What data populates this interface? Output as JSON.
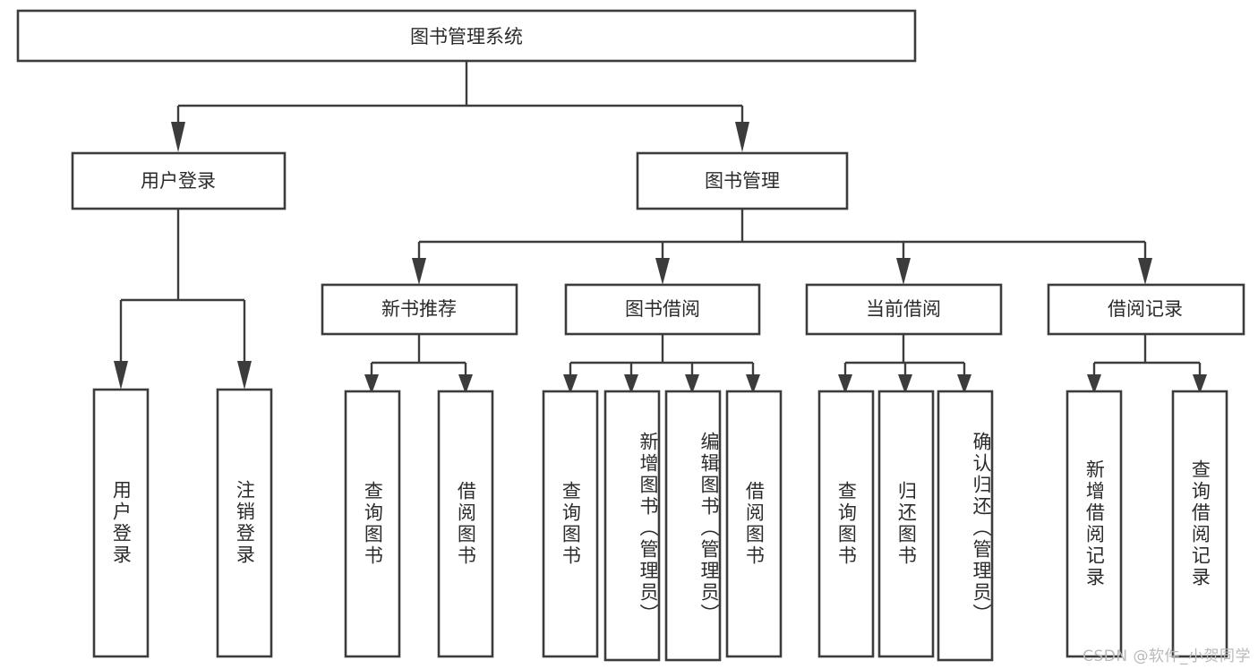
{
  "diagram": {
    "type": "tree",
    "title": "图书管理系统",
    "orientation": "top-down",
    "colors": {
      "box_stroke": "#3c3c3c",
      "box_fill": "#ffffff",
      "text": "#2b2b2b",
      "background": "#ffffff",
      "watermark": "#b9b9b9"
    },
    "root": {
      "label": "图书管理系统"
    },
    "level1": [
      {
        "label": "用户登录"
      },
      {
        "label": "图书管理"
      }
    ],
    "level2": [
      {
        "label": "新书推荐"
      },
      {
        "label": "图书借阅"
      },
      {
        "label": "当前借阅"
      },
      {
        "label": "借阅记录"
      }
    ],
    "leaves": {
      "user_login": [
        {
          "label": "用户登录"
        },
        {
          "label": "注销登录"
        }
      ],
      "new_book_recommend": [
        {
          "label": "查询图书"
        },
        {
          "label": "借阅图书"
        }
      ],
      "book_borrow": [
        {
          "label": "查询图书"
        },
        {
          "label": "新增图书（管理员）"
        },
        {
          "label": "编辑图书（管理员）"
        },
        {
          "label": "借阅图书"
        }
      ],
      "current_borrow": [
        {
          "label": "查询图书"
        },
        {
          "label": "归还图书"
        },
        {
          "label": "确认归还（管理员）"
        }
      ],
      "borrow_record": [
        {
          "label": "新增借阅记录"
        },
        {
          "label": "查询借阅记录"
        }
      ]
    }
  },
  "watermark": {
    "text": "CSDN @软件_小贺同学"
  }
}
